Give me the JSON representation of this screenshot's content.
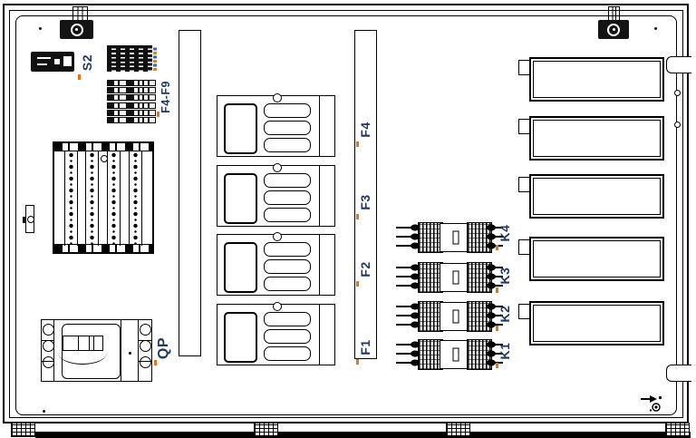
{
  "drawing": {
    "title": "electrical-enclosure-layout",
    "labels": {
      "s2": "S2",
      "f4f9": "F4-F9",
      "f4": "F4",
      "f3": "F3",
      "f2": "F2",
      "f1": "F1",
      "k4": "K4",
      "k3": "K3",
      "k2": "K2",
      "k1": "K1",
      "qp": "QP"
    },
    "colors": {
      "line": "#000000",
      "label_text": "#1f3864",
      "label_tick": "#e8760a",
      "terminal_marker_orange": "#d9822b",
      "terminal_marker_blue": "#3a66a8"
    }
  }
}
